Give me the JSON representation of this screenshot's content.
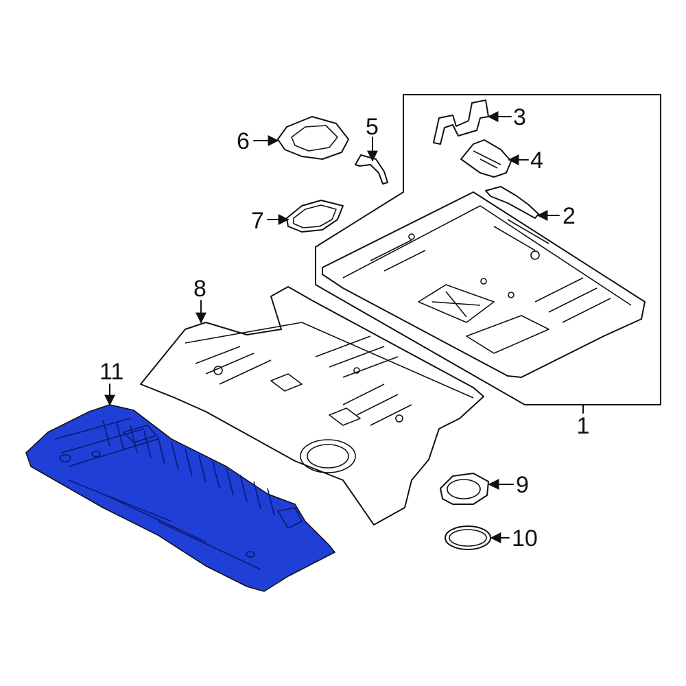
{
  "callouts": [
    {
      "id": "1",
      "label": "1"
    },
    {
      "id": "2",
      "label": "2"
    },
    {
      "id": "3",
      "label": "3"
    },
    {
      "id": "4",
      "label": "4"
    },
    {
      "id": "5",
      "label": "5"
    },
    {
      "id": "6",
      "label": "6"
    },
    {
      "id": "7",
      "label": "7"
    },
    {
      "id": "8",
      "label": "8"
    },
    {
      "id": "9",
      "label": "9"
    },
    {
      "id": "10",
      "label": "10"
    },
    {
      "id": "11",
      "label": "11"
    }
  ],
  "highlighted_part": "11",
  "colors": {
    "highlight": "#1f3fd6",
    "line": "#111111",
    "background": "#ffffff"
  }
}
